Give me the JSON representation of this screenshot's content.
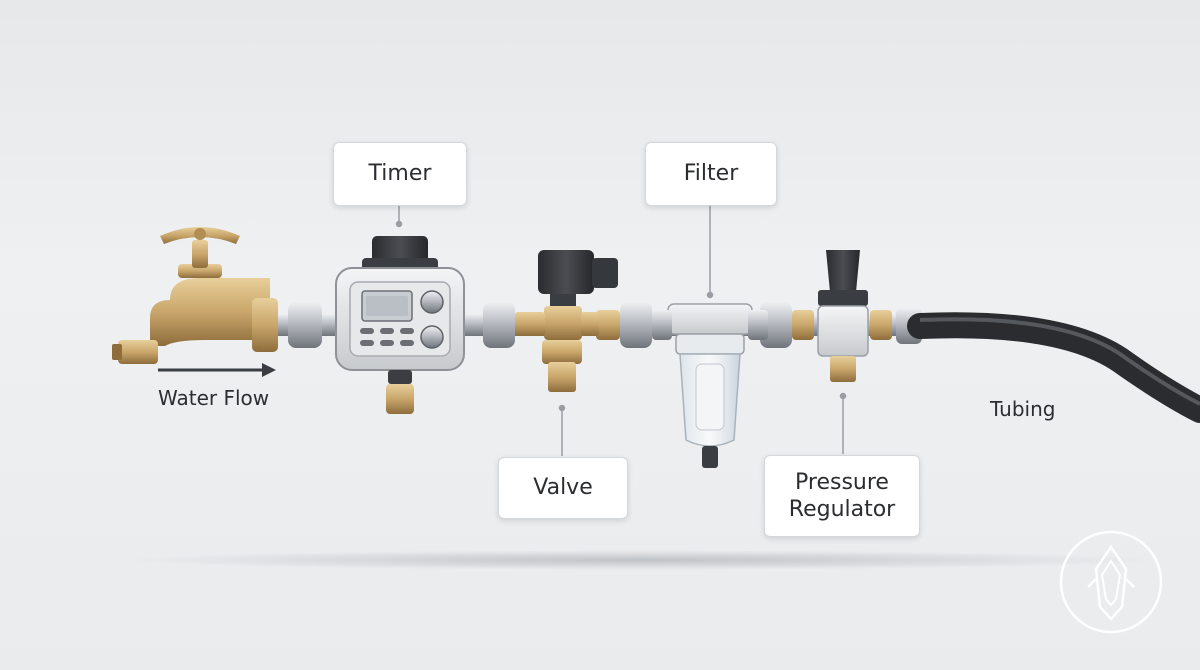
{
  "labels": {
    "timer": "Timer",
    "filter": "Filter",
    "valve": "Valve",
    "pressure_line1": "Pressure",
    "pressure_line2": "Regulator",
    "water_flow": "Water Flow",
    "tubing": "Tubing"
  },
  "icons": {
    "logo": "emblem-logo-icon",
    "flow_arrow": "arrow-right-icon"
  },
  "colors": {
    "brass": "#c9a66b",
    "brass_dark": "#9c7a45",
    "metal": "#b8bcc2",
    "tubing": "#2a2c2f",
    "timer_body": "#e2e4e7",
    "lcd": "#c8cdd2"
  }
}
